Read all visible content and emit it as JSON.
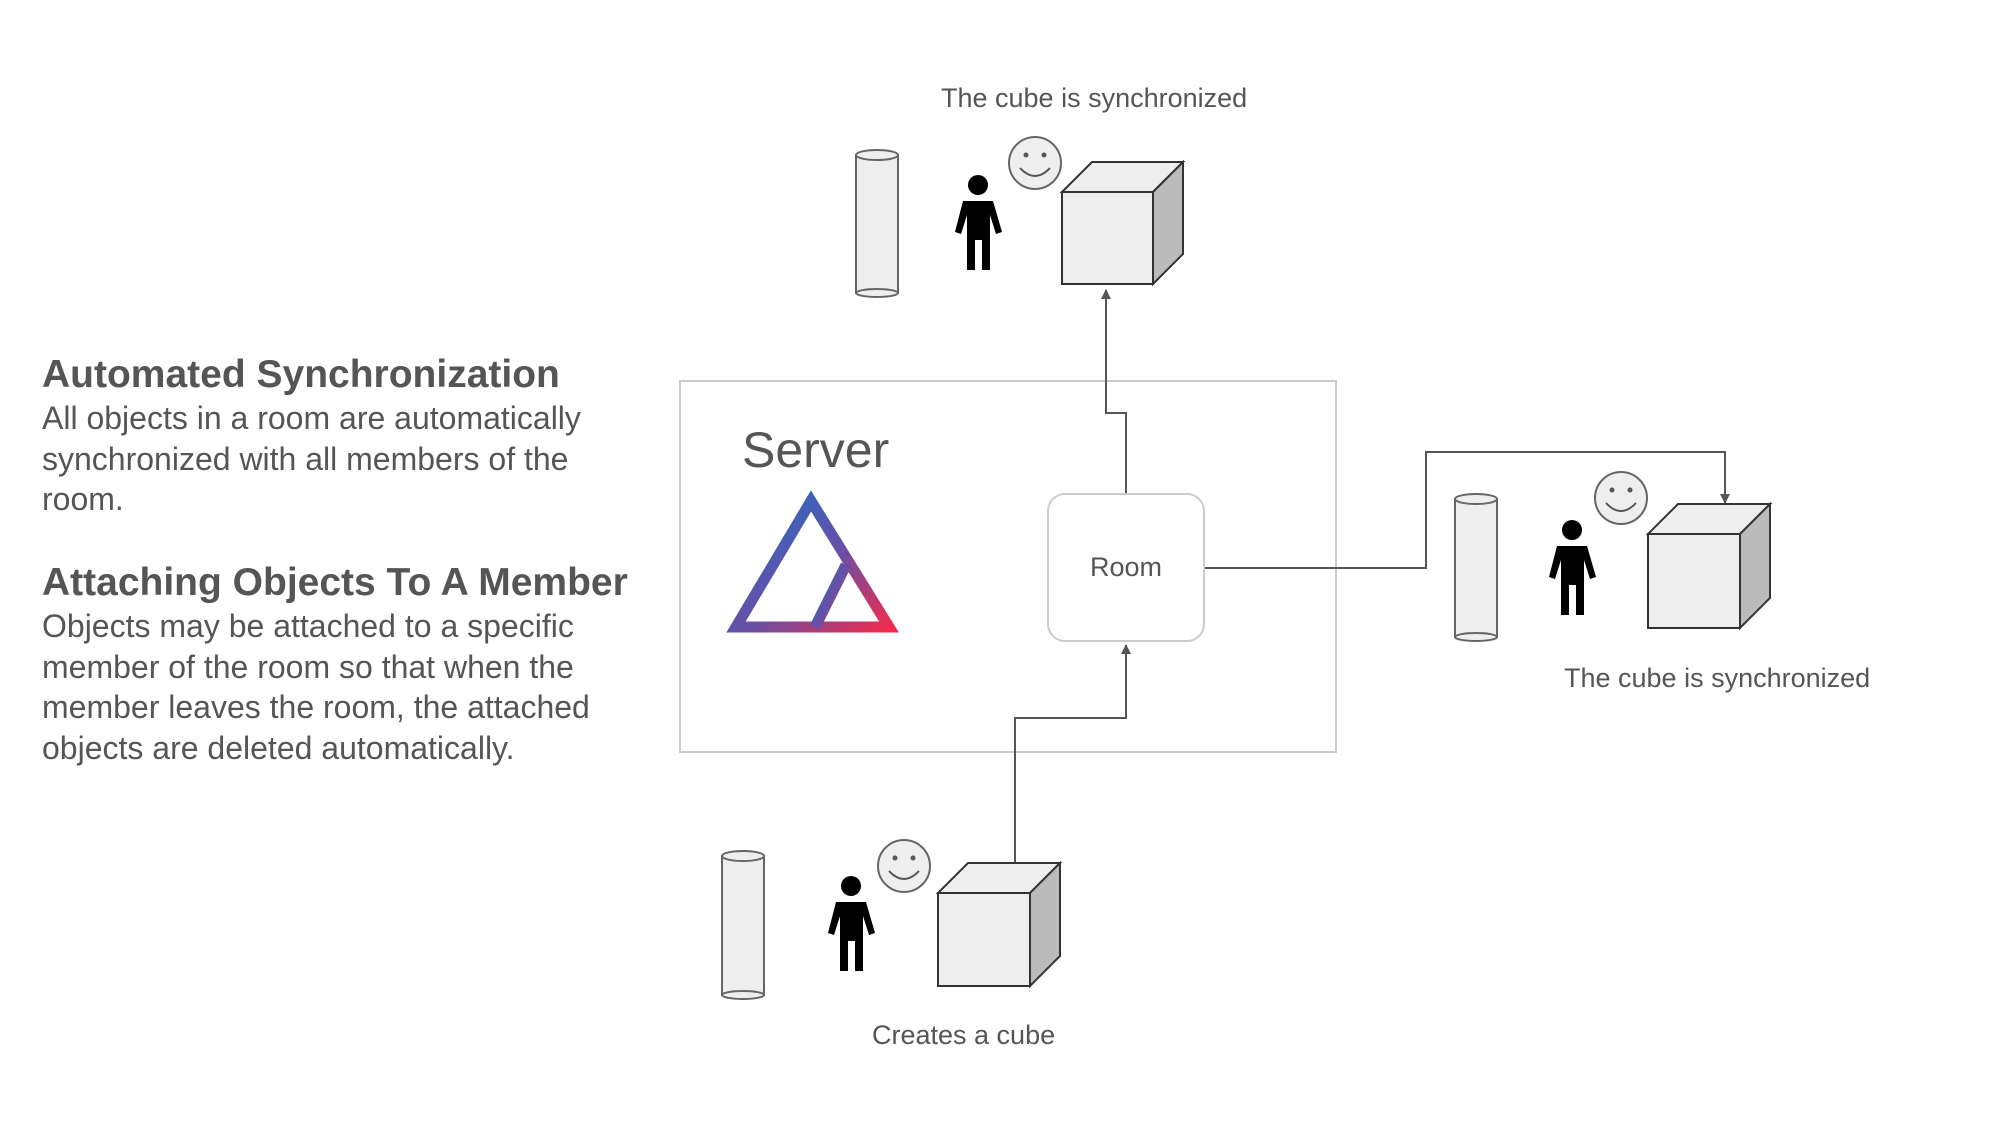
{
  "left_text": {
    "heading_1": "Automated Synchronization",
    "paragraph_1": "All objects in a room are automatically synchronized with all members of the room.",
    "heading_2": "Attaching Objects To A Member",
    "paragraph_2": "Objects may be attached to a specific member of the room so that when the member leaves the room, the attached objects are deleted automatically."
  },
  "server": {
    "title": "Server",
    "logo_icon": "triangle-logo-icon",
    "room_label": "Room"
  },
  "clients": {
    "top": {
      "caption": "The cube is synchronized"
    },
    "right": {
      "caption": "The cube is synchronized"
    },
    "bottom": {
      "caption": "Creates a cube"
    }
  },
  "colors": {
    "text": "#555555",
    "line": "#555555",
    "box_border": "#cccccc",
    "cube_face": "#eeeeee",
    "cube_side": "#bbbbbb",
    "logo_blue": "#1e6fc5",
    "logo_red": "#ef2b4d"
  }
}
